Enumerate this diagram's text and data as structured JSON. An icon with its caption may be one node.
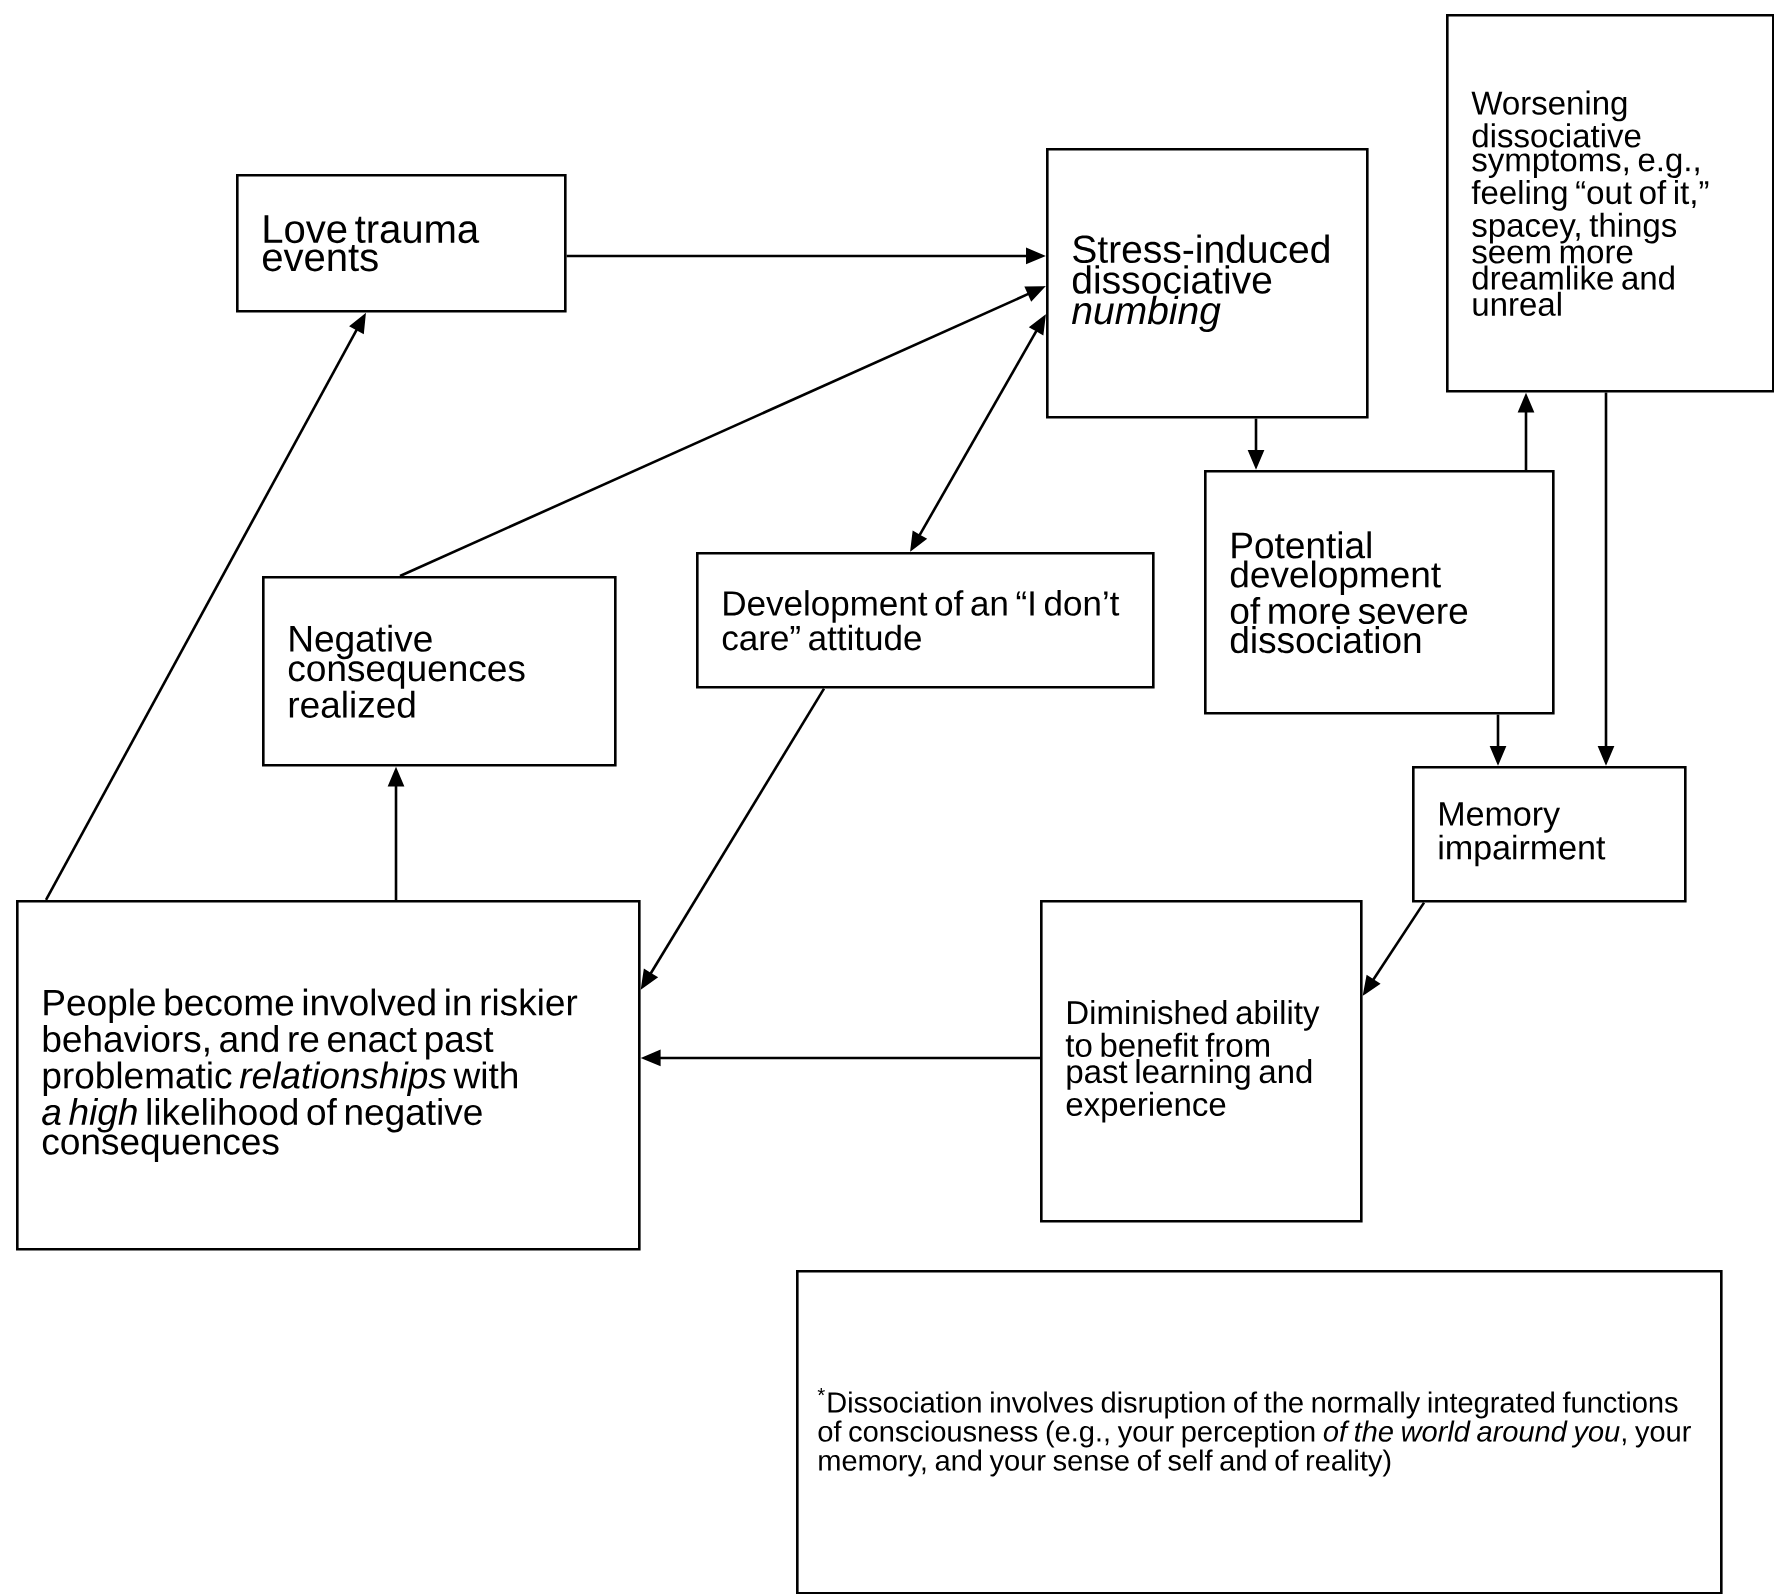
{
  "diagram": {
    "nodes": [
      {
        "text": [
          "Love trauma events"
        ]
      },
      {
        "text": [
          "Stress-induced dissociative *numbing*"
        ]
      },
      {
        "text": [
          "Worsening dissociative symptoms, e.g., feeling “out of it,” spacey, things seem more dreamlike and unreal"
        ]
      },
      {
        "text": [
          "Negative consequences realized"
        ]
      },
      {
        "text": [
          "Development of an “I don’t care” attitude"
        ]
      },
      {
        "text": [
          "Potential development of more severe dissociation"
        ]
      },
      {
        "text": [
          "Memory impairment"
        ]
      },
      {
        "text": [
          "People become involved in riskier behaviors, and re enact past problematic *relationships* with *a high* likelihood of negative consequences"
        ]
      },
      {
        "text": [
          "Diminished ability to benefit from past learning and experience"
        ]
      },
      {
        "text": [
          "$^{*}$Dissociation involves disruption of the normally integrated functions of consciousness (e.g., your perception *of the world around you*, your memory, and your sense of self and of reality)"
        ]
      }
    ],
    "edges": [
      {
        "from": 0,
        "to": 1,
        "arrow": "to"
      },
      {
        "from": 3,
        "to": 1,
        "arrow": "to"
      },
      {
        "from": 7,
        "to": 0,
        "arrow": "to"
      },
      {
        "from": 1,
        "to": 4,
        "arrow": "both"
      },
      {
        "from": 4,
        "to": 7,
        "arrow": "to"
      },
      {
        "from": 1,
        "to": 5,
        "arrow": "to"
      },
      {
        "from": 5,
        "to": 2,
        "arrow": "to"
      },
      {
        "from": 5,
        "to": 6,
        "arrow": "to"
      },
      {
        "from": 2,
        "to": 6,
        "arrow": "to"
      },
      {
        "from": 6,
        "to": 8,
        "arrow": "to"
      },
      {
        "from": 8,
        "to": 7,
        "arrow": "to"
      },
      {
        "from": 7,
        "to": 3,
        "arrow": "to"
      }
    ]
  }
}
